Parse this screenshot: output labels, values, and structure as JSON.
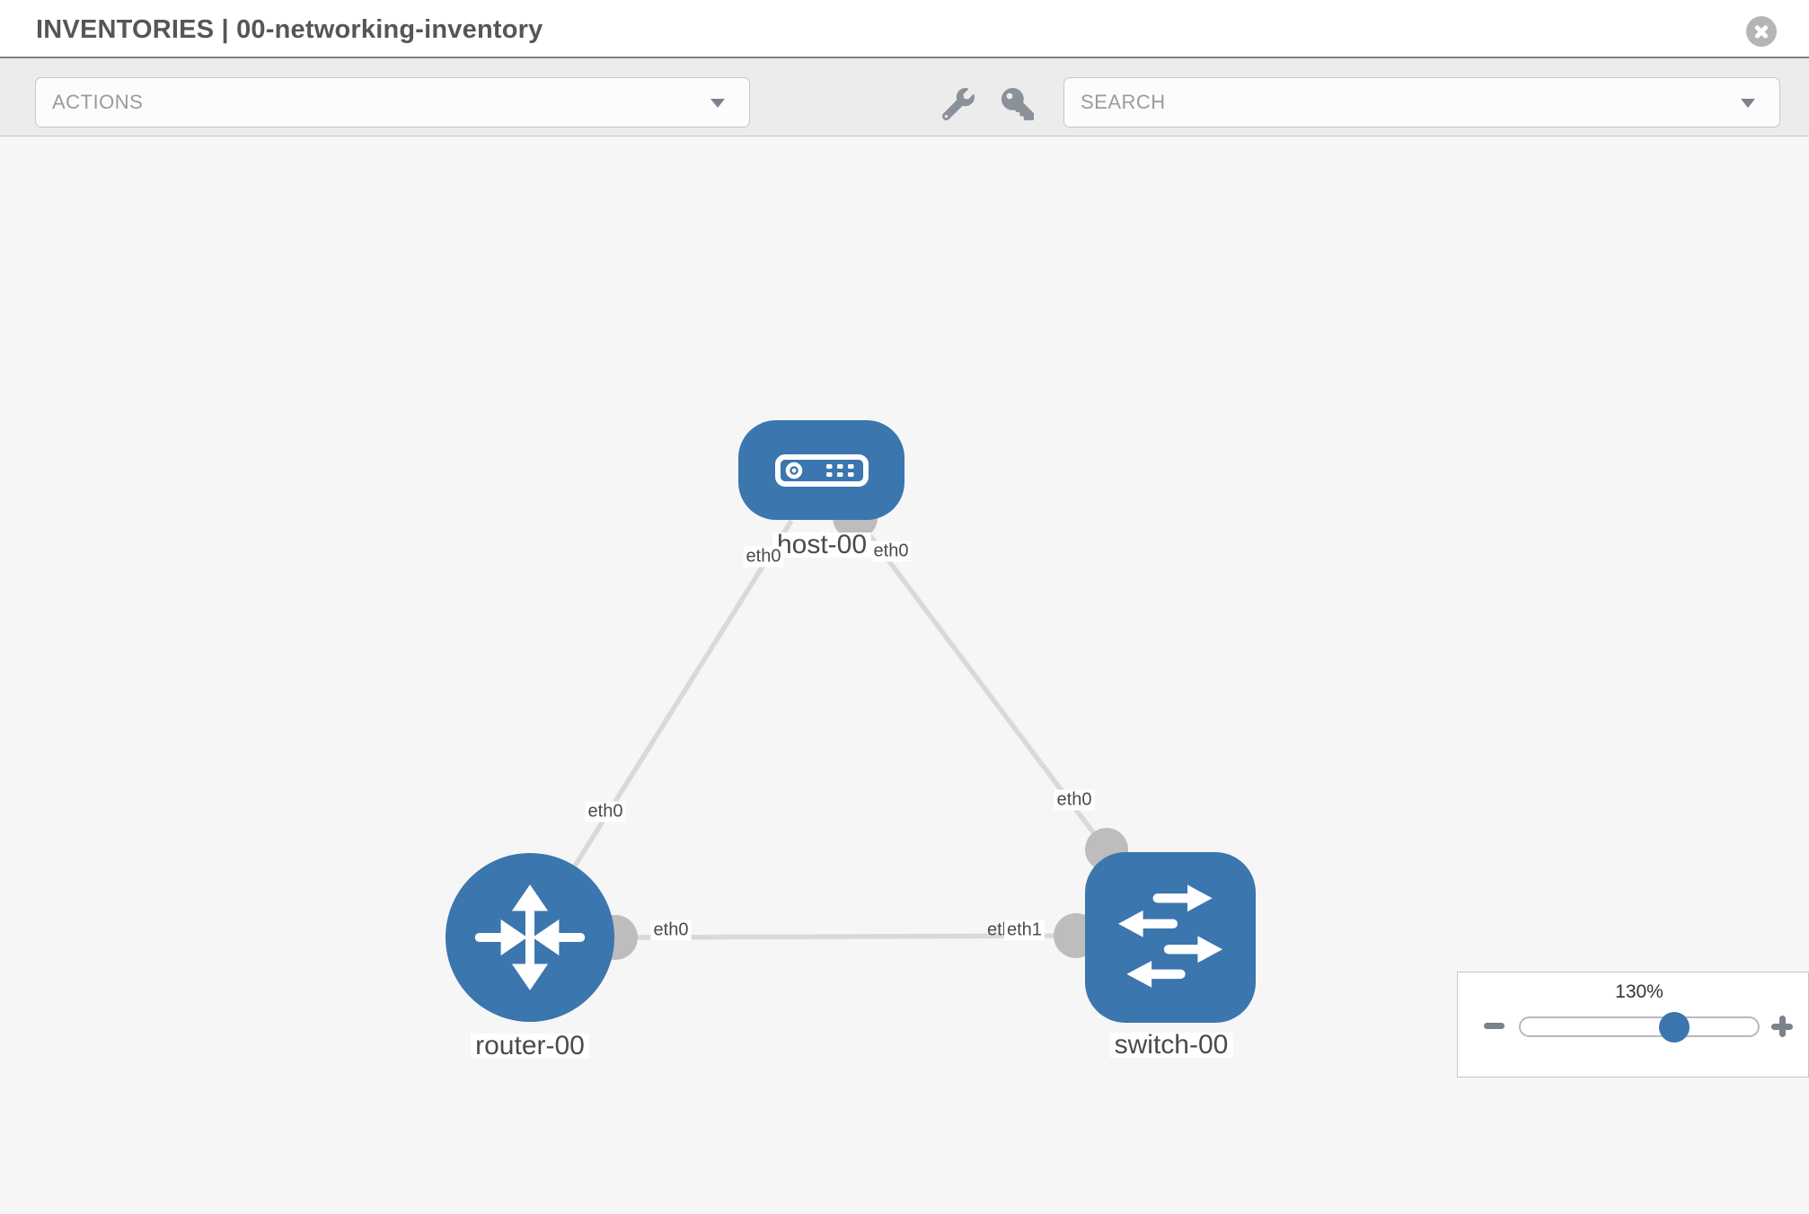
{
  "header": {
    "title": "INVENTORIES | 00-networking-inventory"
  },
  "toolbar": {
    "actions_label": "ACTIONS",
    "search_placeholder": "SEARCH"
  },
  "icons": {
    "close": "close-icon",
    "wrench": "wrench-icon",
    "key": "key-icon",
    "dropdown_caret": "chevron-down-icon",
    "zoom_out": "minus-icon",
    "zoom_in": "plus-icon"
  },
  "topology": {
    "nodes": [
      {
        "name": "host-00",
        "type": "host"
      },
      {
        "name": "router-00",
        "type": "router"
      },
      {
        "name": "switch-00",
        "type": "switch"
      }
    ],
    "links": [
      {
        "source": "host-00",
        "source_interface": "eth0",
        "target": "router-00",
        "target_interface": "eth0"
      },
      {
        "source": "host-00",
        "source_interface": "eth0",
        "target": "switch-00",
        "target_interface": "eth0"
      },
      {
        "source": "router-00",
        "source_interface": "eth0",
        "target": "switch-00",
        "target_interface": "eth1"
      }
    ],
    "labels": {
      "host": "host-00",
      "router": "router-00",
      "switch": "switch-00",
      "if_host_router_host_end": "eth0",
      "if_host_switch_host_end": "eth0",
      "if_host_router_router_end": "eth0",
      "if_host_switch_switch_end": "eth0",
      "if_mid_router_end": "eth0",
      "if_mid_switch_end_hidden": "eth0",
      "if_mid_switch_end": "eth1"
    }
  },
  "zoom_control": {
    "level": "130%"
  },
  "colors": {
    "node_blue": "#3b76af",
    "port_gray": "#bdbdbd",
    "link_gray": "#d9d9d9",
    "toolbar_gray": "#ececec",
    "canvas_gray": "#f6f6f6",
    "label_text": "#4a4a4a",
    "slider_thumb_blue": "#3b76af"
  }
}
